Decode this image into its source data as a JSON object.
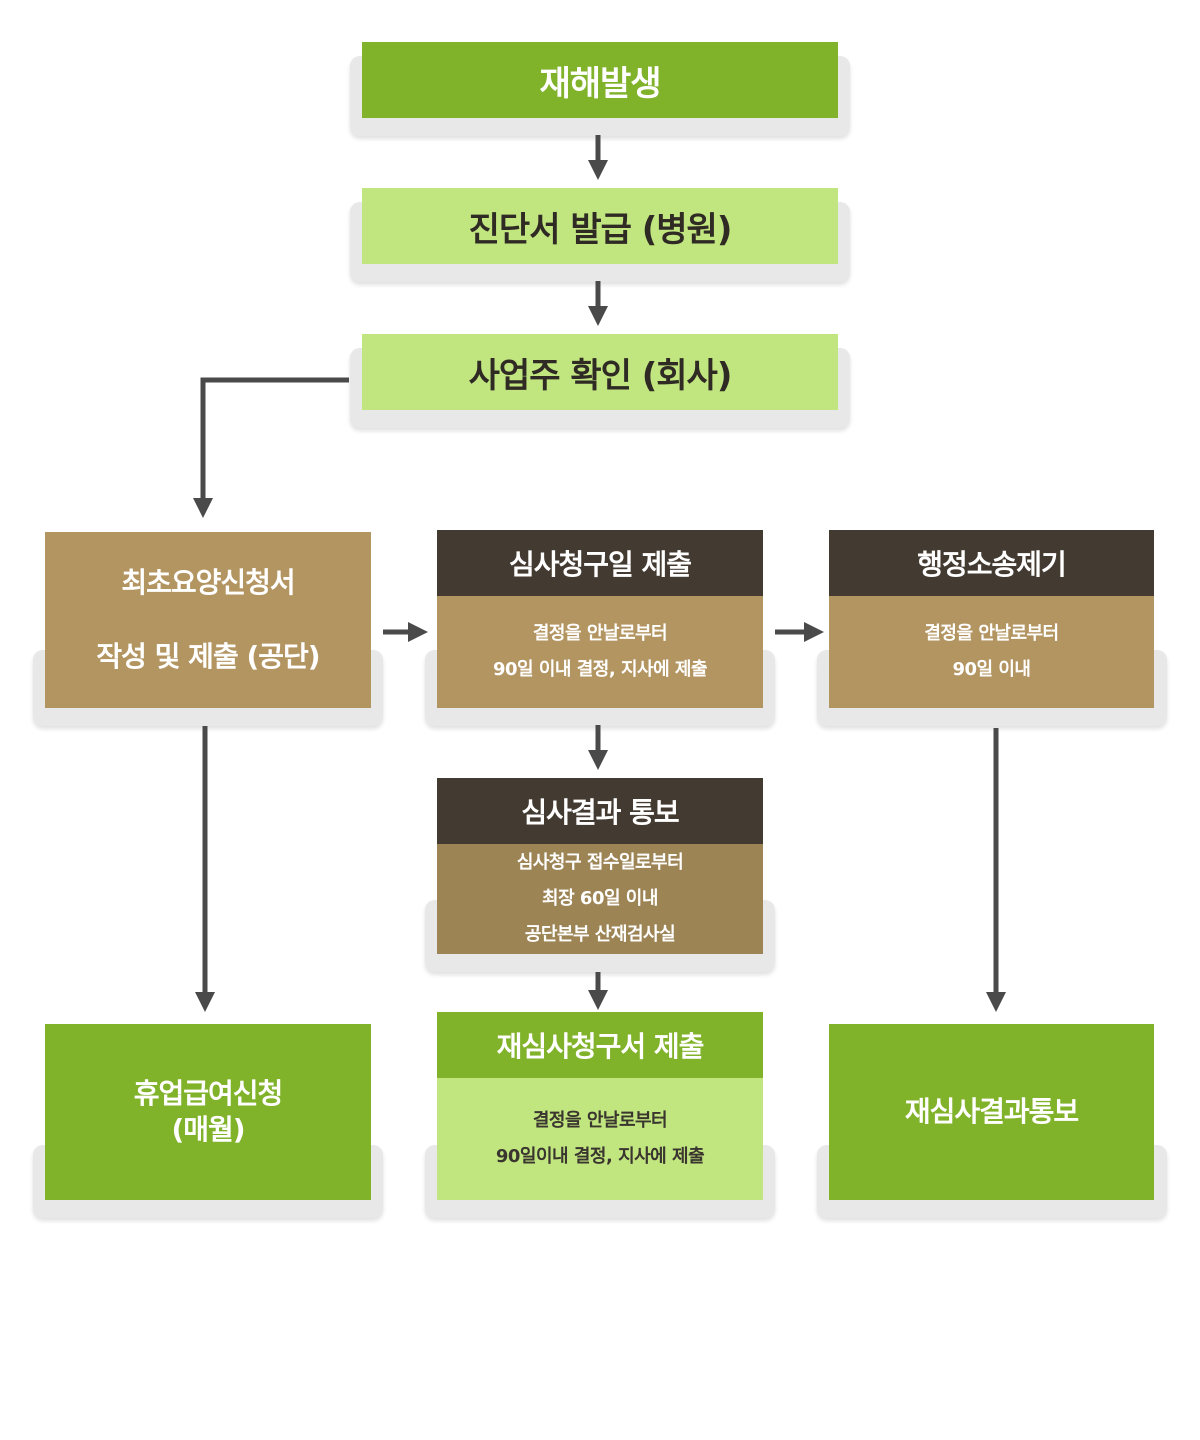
{
  "flow": {
    "step1": {
      "label": "재해발생"
    },
    "step2": {
      "label": "진단서 발급 (병원)"
    },
    "step3": {
      "label": "사업주 확인 (회사)"
    },
    "initial_request": {
      "line1": "최초요양신청서",
      "line2": "작성 및 제출 (공단)"
    },
    "review_request": {
      "title": "심사청구일 제출",
      "line1": "결정을 안날로부터",
      "line2": "90일 이내 결정, 지사에 제출"
    },
    "admin_lawsuit": {
      "title": "행정소송제기",
      "line1": "결정을 안날로부터",
      "line2": "90일 이내"
    },
    "review_result": {
      "title": "심사결과 통보",
      "line1": "심사청구 접수일로부터",
      "line2": "최장 60일 이내",
      "line3": "공단본부 산재검사실"
    },
    "leave_benefit": {
      "line1": "휴업급여신청",
      "line2": "(매월)"
    },
    "rereview_request": {
      "title": "재심사청구서 제출",
      "line1": "결정을 안날로부터",
      "line2": "90일이내 결정, 지사에 제출"
    },
    "rereview_result": {
      "label": "재심사결과통보"
    }
  },
  "colors": {
    "green_dark": "#80b22a",
    "green_light": "#c1e680",
    "tan": "#b39562",
    "tan_dark": "#9c8455",
    "brown": "#433a31",
    "arrow": "#4a4a4a"
  }
}
